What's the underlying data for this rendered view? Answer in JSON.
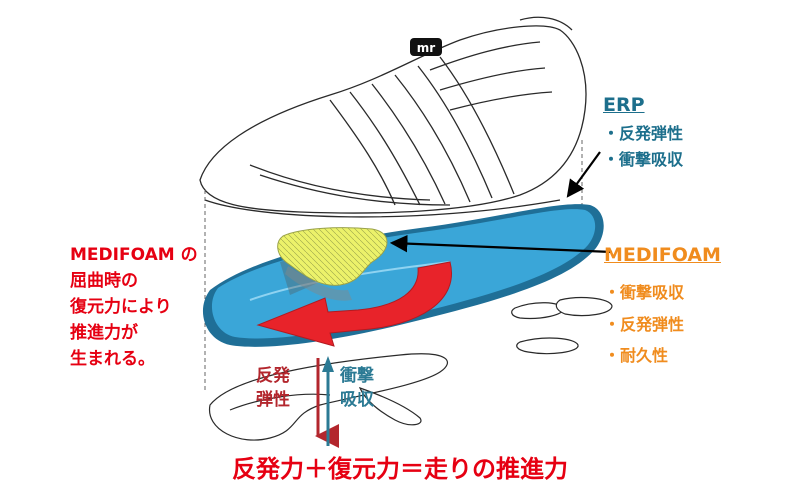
{
  "erp": {
    "title": "ERP",
    "features": [
      "・反発弾性",
      "・衝撃吸収"
    ]
  },
  "medifoam_right": {
    "title": "MEDIFOAM",
    "features": [
      "・衝撃吸収",
      "・反発弾性",
      "・耐久性"
    ]
  },
  "medifoam_left": {
    "lines": [
      "MEDIFOAM の",
      "屈曲時の",
      "復元力により",
      "推進力が",
      "生まれる。"
    ]
  },
  "arrow_labels": {
    "down": [
      "反発",
      "弾性"
    ],
    "up": [
      "衝撃",
      "吸収"
    ]
  },
  "bottom_caption": "反発力＋復元力＝走りの推進力",
  "logo_text": "mr",
  "colors": {
    "erp_teal": "#1d6f8c",
    "medifoam_orange": "#f08c1e",
    "red_text": "#e60012",
    "down_arrow": "#b3262d",
    "up_arrow": "#2b7a94",
    "insole_blue": "#3aa6d8",
    "insole_dark": "#1f6f97",
    "pad_yellow": "#ecf26a"
  },
  "icons": [
    "red-curved-arrow-icon",
    "pointer-arrow-icon",
    "down-arrow-icon",
    "up-arrow-icon"
  ]
}
